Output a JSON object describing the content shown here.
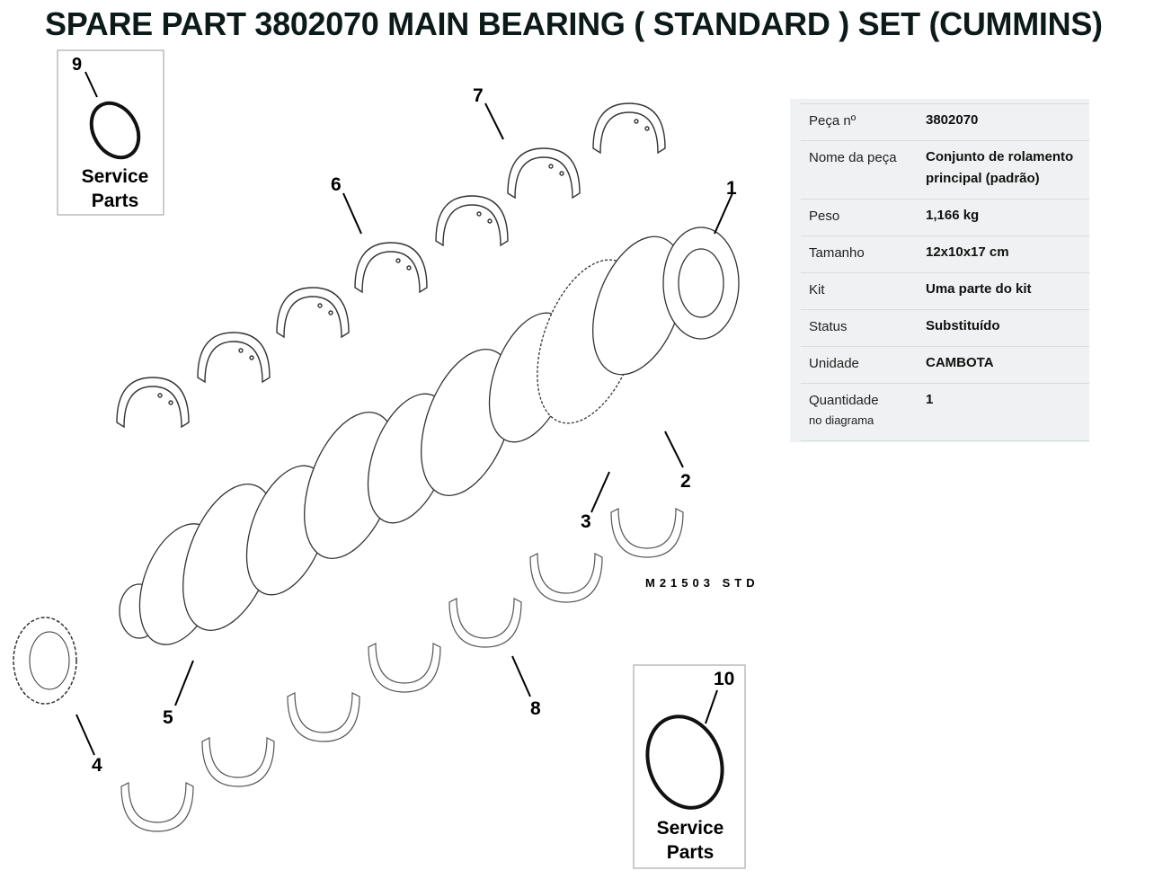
{
  "title": "SPARE PART 3802070 MAIN BEARING ( STANDARD ) SET (CUMMINS)",
  "diagram": {
    "callouts": [
      "1",
      "2",
      "3",
      "4",
      "5",
      "6",
      "7",
      "8",
      "9",
      "10"
    ],
    "service_label_1": "Service",
    "service_label_2": "Parts",
    "code": "M21503 STD"
  },
  "specs": [
    {
      "label": "Peça nº",
      "value": "3802070"
    },
    {
      "label": "Nome da peça",
      "value": "Conjunto de rolamento principal (padrão)"
    },
    {
      "label": "Peso",
      "value": "1,166 kg"
    },
    {
      "label": "Tamanho",
      "value": "12x10x17 cm"
    },
    {
      "label": "Kit",
      "value": "Uma parte do kit"
    },
    {
      "label": "Status",
      "value": "Substituído"
    },
    {
      "label": "Unidade",
      "value": "CAMBOTA"
    },
    {
      "label": "Quantidade",
      "label_sub": "no diagrama",
      "value": "1"
    }
  ]
}
